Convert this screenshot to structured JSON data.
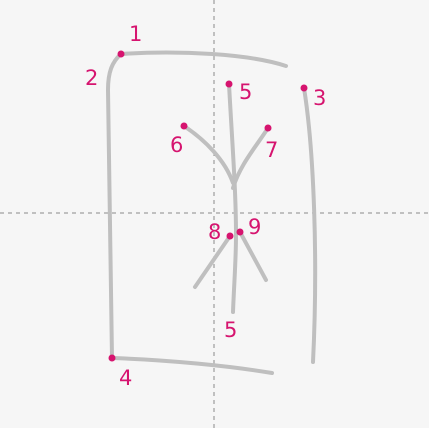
{
  "diagram": {
    "title": "",
    "stroke_color": "#bfbfbf",
    "marker_color": "#d6146f",
    "guide_color": "#8a8a8a",
    "background": "#f6f6f6",
    "labels": {
      "l1": "1",
      "l2": "2",
      "l3": "3",
      "l4": "4",
      "l5_top": "5",
      "l5_bottom": "5",
      "l6": "6",
      "l7": "7",
      "l8": "8",
      "l9": "9"
    }
  }
}
